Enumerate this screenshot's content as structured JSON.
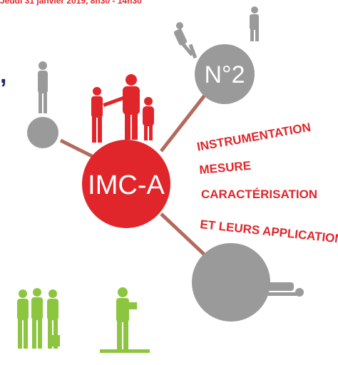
{
  "header": {
    "date_line": "Jeudi 31 janvier 2019, 8h30 - 14h30"
  },
  "punctuation": ",",
  "circles": {
    "main_label": "IMC-A",
    "secondary_label": "N°2"
  },
  "topics": [
    "INSTRUMENTATION",
    "MESURE",
    "CARACTÉRISATION",
    "ET LEURS APPLICATIONS"
  ],
  "colors": {
    "red": "#e0262b",
    "grey": "#9a9a9a",
    "green": "#8cc63f",
    "navy": "#1d2a6b",
    "connector": "#b46a5e"
  }
}
